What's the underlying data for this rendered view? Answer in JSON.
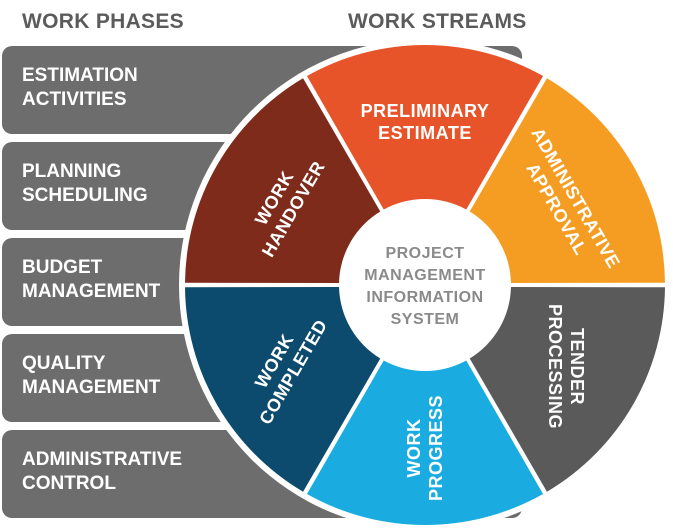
{
  "headings": {
    "phases": "WORK PHASES",
    "streams": "WORK STREAMS"
  },
  "phases": [
    {
      "lines": [
        "ESTIMATION",
        "ACTIVITIES"
      ]
    },
    {
      "lines": [
        "PLANNING",
        "SCHEDULING"
      ]
    },
    {
      "lines": [
        "BUDGET",
        "MANAGEMENT"
      ]
    },
    {
      "lines": [
        "QUALITY",
        "MANAGEMENT"
      ]
    },
    {
      "lines": [
        "ADMINISTRATIVE",
        "CONTROL"
      ]
    }
  ],
  "streams": [
    {
      "lines": [
        "PRELIMINARY",
        "ESTIMATE"
      ],
      "color": "#e8542a"
    },
    {
      "lines": [
        "ADMINISTRATIVE",
        "APPROVAL"
      ],
      "color": "#f59d22"
    },
    {
      "lines": [
        "TENDER",
        "PROCESSING"
      ],
      "color": "#5a5a5a"
    },
    {
      "lines": [
        "WORK",
        "PROGRESS"
      ],
      "color": "#1aace0"
    },
    {
      "lines": [
        "WORK",
        "COMPLETED"
      ],
      "color": "#0c4a6e"
    },
    {
      "lines": [
        "WORK",
        "HANDOVER"
      ],
      "color": "#7e2b1b"
    }
  ],
  "center": {
    "lines": [
      "PROJECT",
      "MANAGEMENT",
      "INFORMATION",
      "SYSTEM"
    ]
  },
  "colors": {
    "phase_fill": "#6d6d6d",
    "heading_text": "#5b5b5b",
    "center_fill": "#ffffff",
    "center_text": "#8a8a8a"
  }
}
